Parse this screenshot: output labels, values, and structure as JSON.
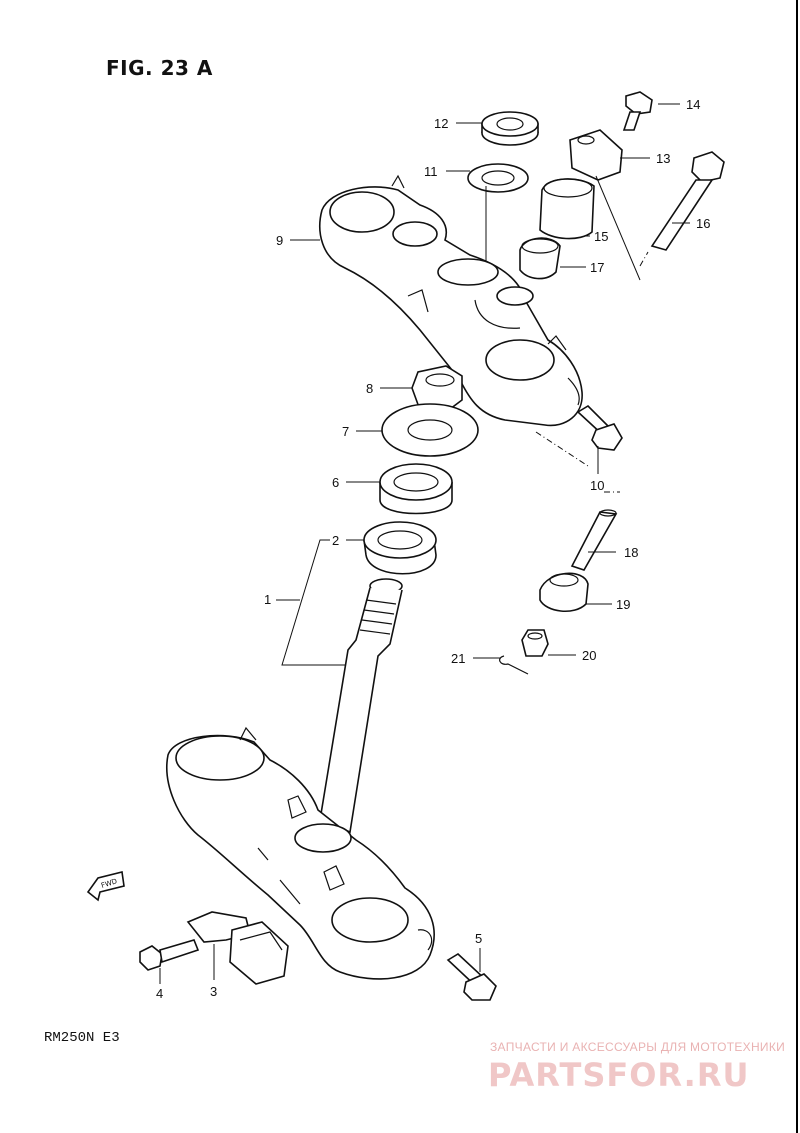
{
  "figure": {
    "title": "FIG. 23 A",
    "model_code": "RM250N E3",
    "fwd_label": "FWD"
  },
  "watermark": {
    "tagline": "ЗАПЧАСТИ И АКСЕССУАРЫ ДЛЯ МОТОТЕХНИКИ",
    "logo": "PARTSFOR.RU"
  },
  "callouts": {
    "p1": "1",
    "p2": "2",
    "p3": "3",
    "p4": "4",
    "p5": "5",
    "p6": "6",
    "p7": "7",
    "p8": "8",
    "p9": "9",
    "p10": "10",
    "p11": "11",
    "p12": "12",
    "p13": "13",
    "p14": "14",
    "p15": "15",
    "p16": "16",
    "p17": "17",
    "p18": "18",
    "p19": "19",
    "p20": "20",
    "p21": "21"
  },
  "colors": {
    "line": "#111111",
    "watermark": "#f0c7c7",
    "background": "#ffffff"
  }
}
